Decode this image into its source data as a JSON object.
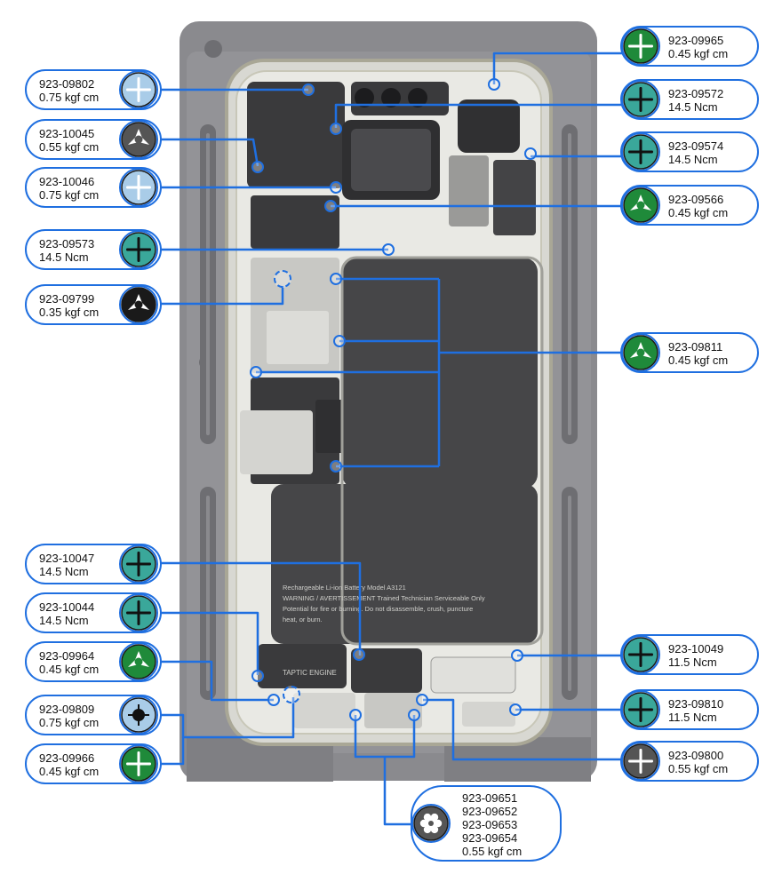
{
  "colors": {
    "accent_blue": "#1f6fe0",
    "teal": "#3aa79a",
    "green": "#1f8a3a",
    "light_blue": "#a9cce8",
    "dark_gray": "#555555",
    "black": "#1a1a1a",
    "tray": "#8a8a8e",
    "tray_dark": "#6e6e72"
  },
  "battery": {
    "line1": "Rechargeable Li-ion Battery  Model A3121",
    "line2": "WARNING / AVERTISSEMENT Trained Technician Serviceable Only",
    "line3": "Potential for fire or burning. Do not disassemble, crush, puncture",
    "line4": "heat, or burn."
  },
  "taptic_label": "TAPTIC ENGINE",
  "callouts": [
    {
      "id": "c1",
      "icon": "light-blue-cross",
      "part": "923-09802",
      "torque": "0.75 kgf cm"
    },
    {
      "id": "c2",
      "icon": "gray-trilobe",
      "part": "923-10045",
      "torque": "0.55 kgf cm"
    },
    {
      "id": "c3",
      "icon": "light-blue-cross",
      "part": "923-10046",
      "torque": "0.75 kgf cm"
    },
    {
      "id": "c4",
      "icon": "teal-cross",
      "part": "923-09573",
      "torque": "14.5 Ncm"
    },
    {
      "id": "c5",
      "icon": "black-trilobe",
      "part": "923-09799",
      "torque": "0.35 kgf cm"
    },
    {
      "id": "c6",
      "icon": "green-cross",
      "part": "923-09965",
      "torque": "0.45 kgf cm"
    },
    {
      "id": "c7",
      "icon": "teal-cross",
      "part": "923-09572",
      "torque": "14.5 Ncm"
    },
    {
      "id": "c8",
      "icon": "teal-cross",
      "part": "923-09574",
      "torque": "14.5 Ncm"
    },
    {
      "id": "c9",
      "icon": "green-trilobe",
      "part": "923-09566",
      "torque": "0.45 kgf cm"
    },
    {
      "id": "c10",
      "icon": "green-trilobe",
      "part": "923-09811",
      "torque": "0.45 kgf cm"
    },
    {
      "id": "c11",
      "icon": "teal-cross",
      "part": "923-10047",
      "torque": "14.5 Ncm"
    },
    {
      "id": "c12",
      "icon": "teal-cross",
      "part": "923-10044",
      "torque": "14.5 Ncm"
    },
    {
      "id": "c13",
      "icon": "green-trilobe",
      "part": "923-09964",
      "torque": "0.45 kgf cm"
    },
    {
      "id": "c14",
      "icon": "light-blue-standoff",
      "part": "923-09809",
      "torque": "0.75 kgf cm"
    },
    {
      "id": "c15",
      "icon": "green-cross",
      "part": "923-09966",
      "torque": "0.45 kgf cm"
    },
    {
      "id": "c16",
      "icon": "teal-cross",
      "part": "923-10049",
      "torque": "11.5 Ncm"
    },
    {
      "id": "c17",
      "icon": "teal-cross",
      "part": "923-09810",
      "torque": "11.5 Ncm"
    },
    {
      "id": "c18",
      "icon": "dark-gray-cross",
      "part": "923-09800",
      "torque": "0.55 kgf cm"
    },
    {
      "id": "c19",
      "icon": "gray-torx",
      "part": "923-09651\n923-09652\n923-09653\n923-09654",
      "torque": "0.55 kgf cm"
    }
  ]
}
